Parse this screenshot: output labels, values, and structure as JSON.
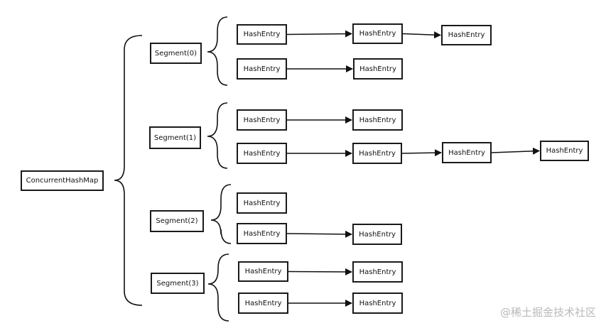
{
  "root": {
    "label": "ConcurrentHashMap"
  },
  "segments": [
    {
      "label": "Segment(0)"
    },
    {
      "label": "Segment(1)"
    },
    {
      "label": "Segment(2)"
    },
    {
      "label": "Segment(3)"
    }
  ],
  "entry_label": "HashEntry",
  "chains": [
    [
      [
        "HashEntry",
        "HashEntry",
        "HashEntry"
      ],
      [
        "HashEntry",
        "HashEntry"
      ]
    ],
    [
      [
        "HashEntry",
        "HashEntry"
      ],
      [
        "HashEntry",
        "HashEntry",
        "HashEntry",
        "HashEntry"
      ]
    ],
    [
      [
        "HashEntry"
      ],
      [
        "HashEntry",
        "HashEntry"
      ]
    ],
    [
      [
        "HashEntry",
        "HashEntry"
      ],
      [
        "HashEntry",
        "HashEntry"
      ]
    ]
  ],
  "watermark": "@稀土掘金技术社区"
}
